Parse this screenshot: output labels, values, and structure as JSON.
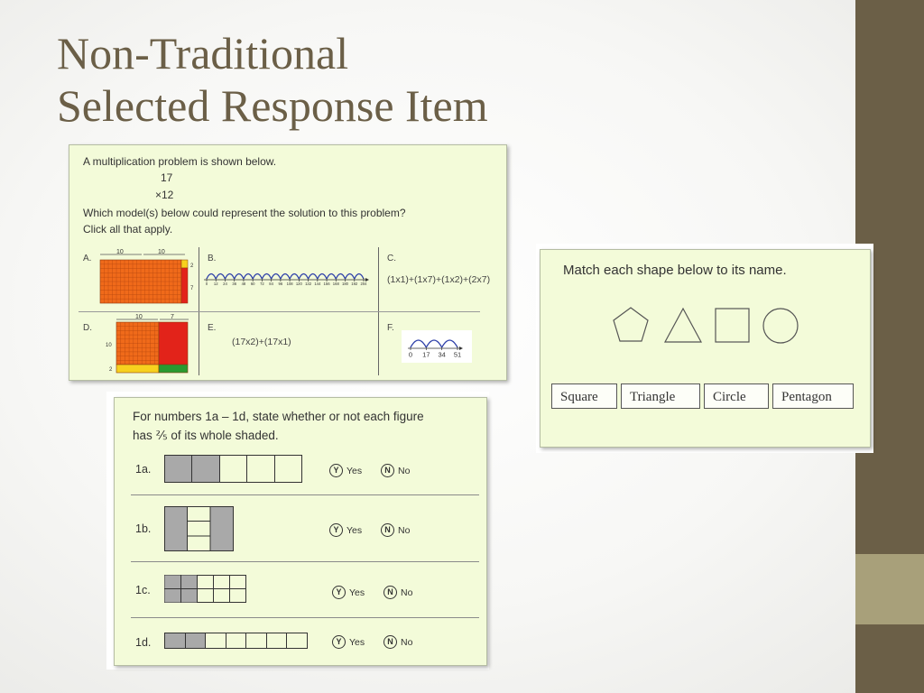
{
  "slide": {
    "title_line1": "Non-Traditional",
    "title_line2": "Selected Response Item",
    "colors": {
      "title": "#6b5f47",
      "sidebar": "#6b5f47",
      "sidebar_accent": "#a8a07a",
      "card_bg": "#f3fbd9"
    }
  },
  "multiplication": {
    "intro": "A multiplication problem is shown below.",
    "factor1": "17",
    "factor2": "×12",
    "question": "Which model(s) below could represent the solution to this problem?",
    "instruction": "Click all that apply.",
    "options": {
      "a": {
        "label": "A.",
        "top_left": "10",
        "top_right": "10",
        "side_top": "2",
        "side_bottom": "7"
      },
      "b": {
        "label": "B.",
        "ticks": [
          "0",
          "12",
          "24",
          "36",
          "48",
          "60",
          "72",
          "84",
          "96",
          "108",
          "120",
          "132",
          "144",
          "156",
          "168",
          "180",
          "192",
          "204"
        ]
      },
      "c": {
        "label": "C.",
        "expr": "(1x1)+(1x7)+(1x2)+(2x7)"
      },
      "d": {
        "label": "D.",
        "top_left": "10",
        "top_right": "7",
        "side_top": "10",
        "side_bottom": "2"
      },
      "e": {
        "label": "E.",
        "expr": "(17x2)+(17x1)"
      },
      "f": {
        "label": "F.",
        "ticks": [
          "0",
          "17",
          "34",
          "51"
        ]
      }
    }
  },
  "shapes": {
    "prompt": "Match each shape below to its name.",
    "names": [
      "Square",
      "Triangle",
      "Circle",
      "Pentagon"
    ],
    "icons": [
      "pentagon-icon",
      "triangle-icon",
      "square-icon",
      "circle-icon"
    ]
  },
  "fractions": {
    "prompt_line1": "For numbers 1a – 1d, state whether or not each figure",
    "prompt_line2": "has ⅖ of its whole shaded.",
    "yes_letter": "Y",
    "no_letter": "N",
    "yes_label": "Yes",
    "no_label": "No",
    "rows": [
      {
        "label": "1a.",
        "parts": 5,
        "shaded": 2
      },
      {
        "label": "1b.",
        "parts": 5,
        "shaded": 2
      },
      {
        "label": "1c.",
        "parts": 10,
        "shaded": 4
      },
      {
        "label": "1d.",
        "parts": 7,
        "shaded": 2
      }
    ]
  }
}
